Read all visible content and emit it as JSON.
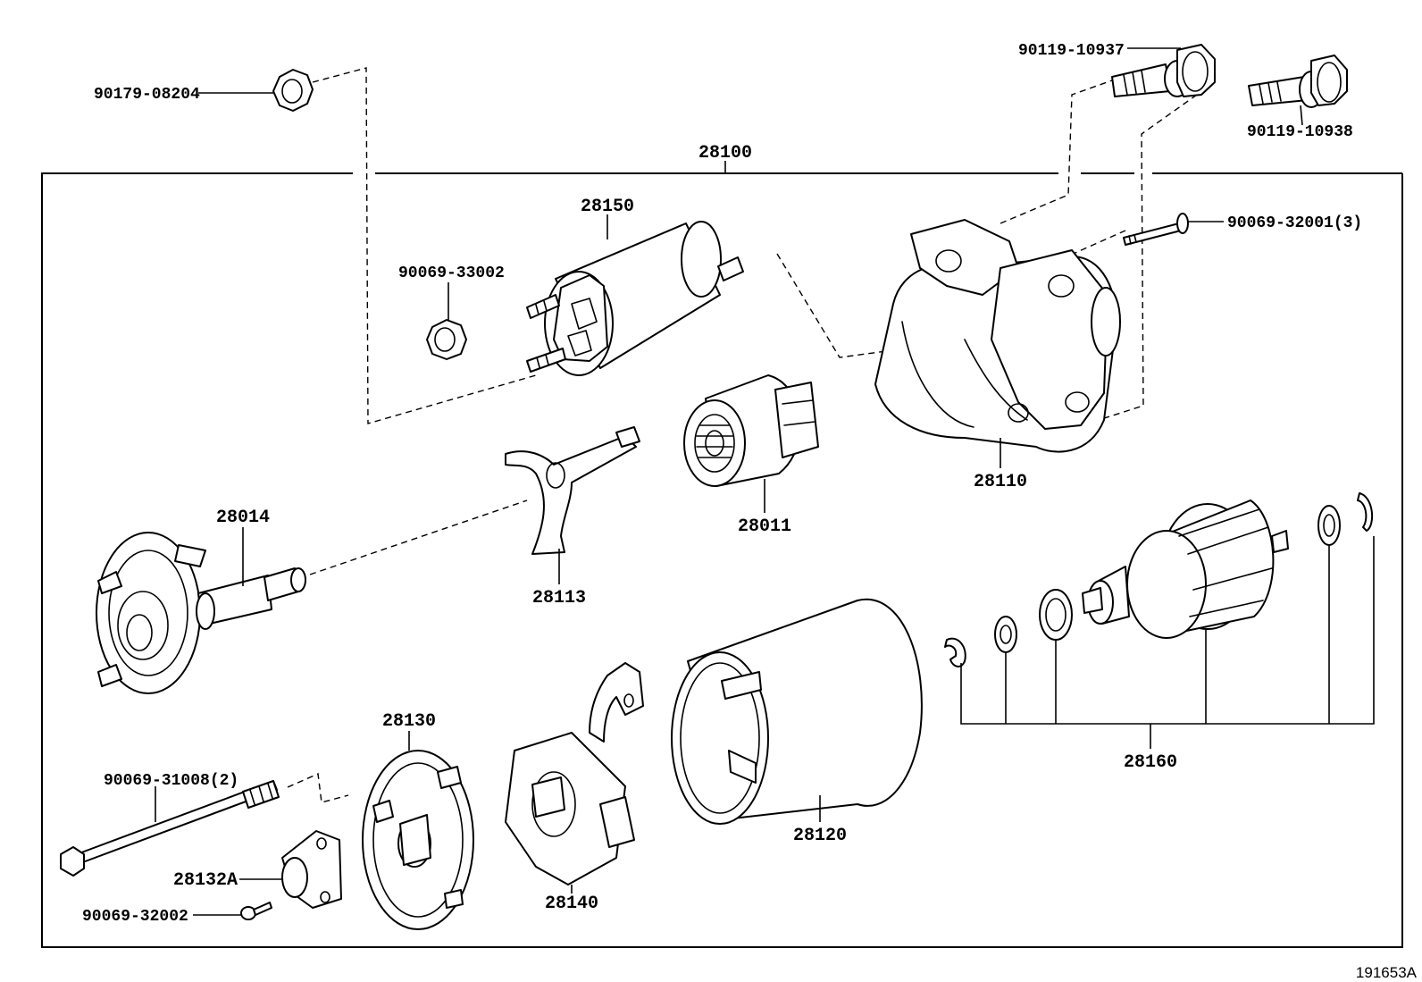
{
  "assembly": {
    "number": "28100"
  },
  "parts": {
    "nut_90179": "90179-08204",
    "bolt_90119_a": "90119-10937",
    "bolt_90119_b": "90119-10938",
    "stud_90069_32001": "90069-32001(3)",
    "switch_28150": "28150",
    "nut_90069_33002": "90069-33002",
    "housing_28110": "28110",
    "clutch_28011": "28011",
    "lever_28113": "28113",
    "shaft_28014": "28014",
    "armature_28160": "28160",
    "yoke_28120": "28120",
    "end_frame_28130": "28130",
    "brush_holder_28140": "28140",
    "bolt_90069_31008": "90069-31008(2)",
    "cover_28132A": "28132A",
    "screw_90069_32002": "90069-32002"
  },
  "diagram_ref": "191653A"
}
